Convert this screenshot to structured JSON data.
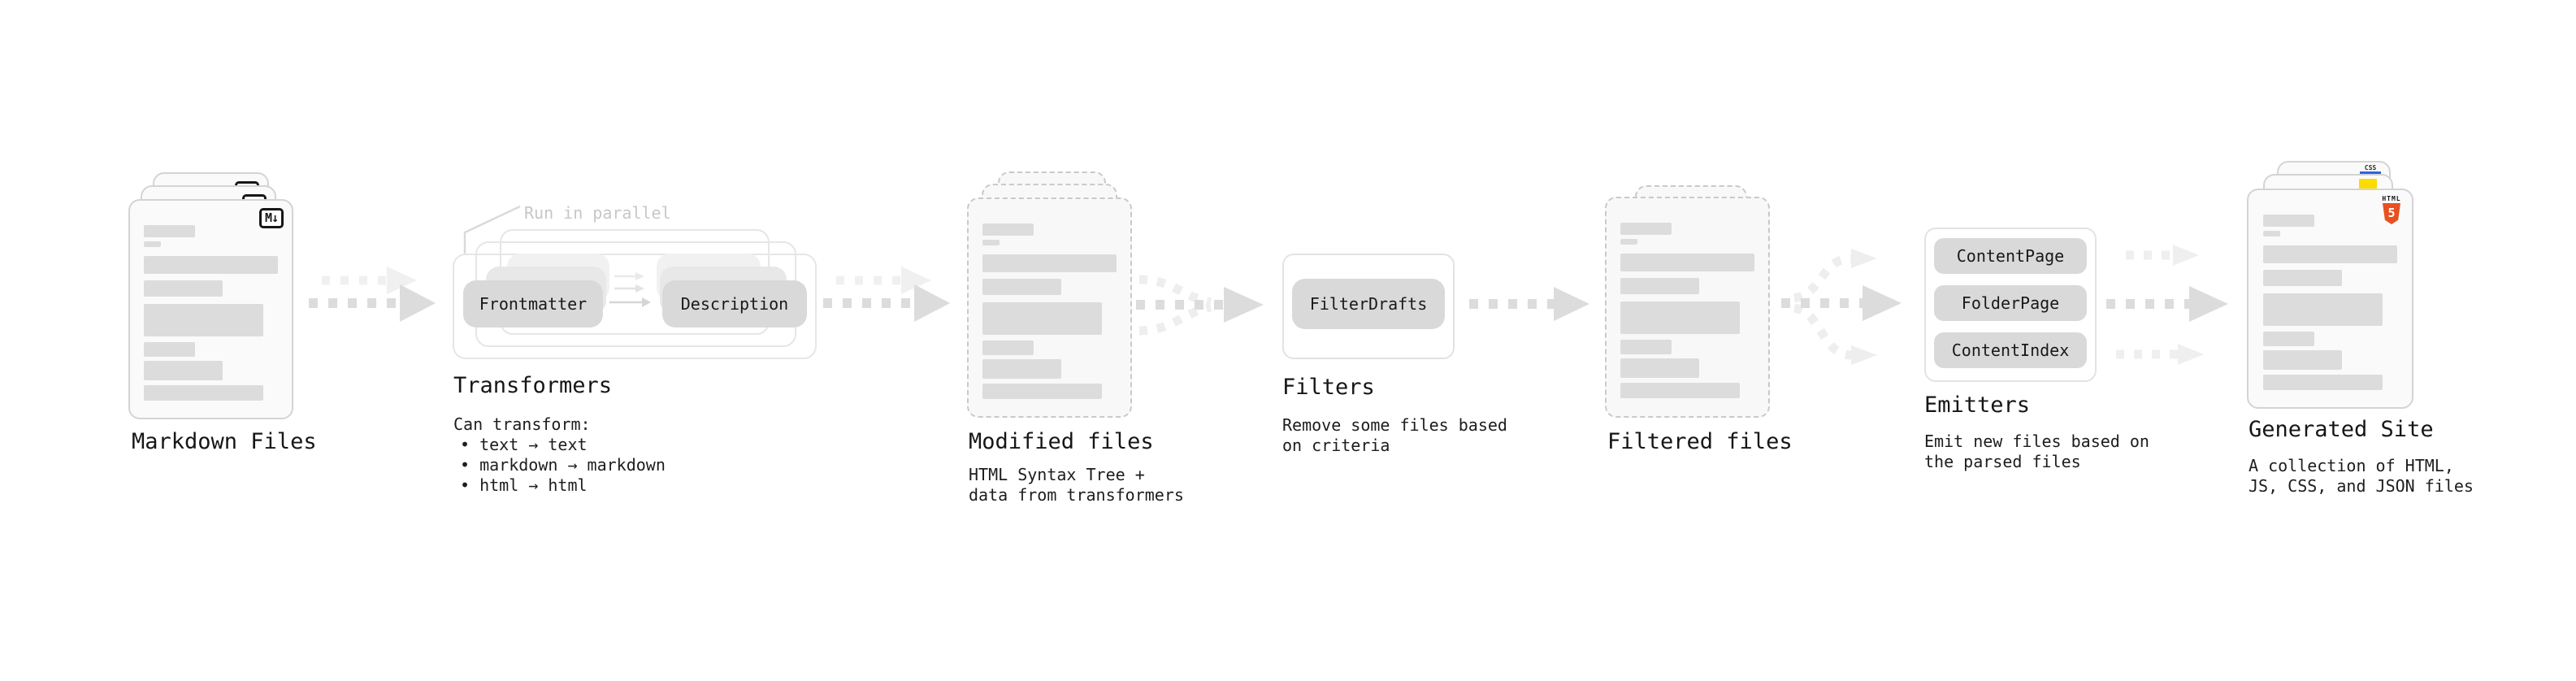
{
  "palette": {
    "background": "#ffffff",
    "card_border": "#d4d4d4",
    "dashed_border": "#c9c9c9",
    "placeholder_bar": "#dcdcdc",
    "pill_fill": "#d9d9d9",
    "arrow_dark": "#dcdcdc",
    "arrow_light": "#efefef",
    "annotation_text": "#c7c7c7",
    "text": "#161616",
    "html5_orange": "#e8501f",
    "js_yellow": "#fcdc00",
    "css_blue": "#2f62e3"
  },
  "nodes": {
    "markdown": {
      "title": "Markdown Files",
      "badge": "M↓"
    },
    "transformers": {
      "annotation": "Run in parallel",
      "pill_frontmatter": "Frontmatter",
      "pill_description": "Description",
      "title": "Transformers",
      "lead": "Can transform:",
      "bullets": [
        "• text → text",
        "• markdown → markdown",
        "• html → html"
      ]
    },
    "modified": {
      "title": "Modified files",
      "subtitle": [
        "HTML Syntax Tree +",
        "data from transformers"
      ]
    },
    "filters": {
      "pill": "FilterDrafts",
      "title": "Filters",
      "subtitle": [
        "Remove some files based",
        "on criteria"
      ]
    },
    "filtered": {
      "title": "Filtered files"
    },
    "emitters": {
      "pills": [
        "ContentPage",
        "FolderPage",
        "ContentIndex"
      ],
      "title": "Emitters",
      "subtitle": [
        "Emit new files based on",
        "the parsed files"
      ]
    },
    "generated": {
      "title": "Generated Site",
      "subtitle": [
        "A collection of HTML,",
        "JS, CSS, and JSON files"
      ],
      "css_badge": "CSS",
      "html_badge_word": "HTML",
      "html_badge_number": "5"
    }
  }
}
